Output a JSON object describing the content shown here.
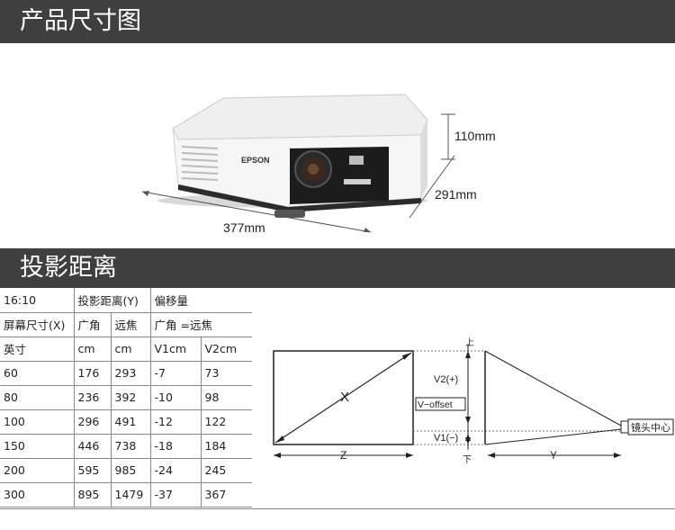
{
  "section1": {
    "title": "产品尺寸图"
  },
  "product": {
    "brand": "EPSON",
    "dimensions": {
      "height": "110mm",
      "depth": "291mm",
      "width": "377mm"
    },
    "colors": {
      "body": "#f2f2f2",
      "front": "#1c1c1c",
      "lens": "#3a2a1e"
    }
  },
  "section2": {
    "title": "投影距离"
  },
  "table": {
    "header1": [
      "16:10",
      "投影距离(Y)",
      "偏移量"
    ],
    "header2": [
      "屏幕尺寸(X)",
      "广角",
      "远焦",
      "广角 =远焦"
    ],
    "header3": [
      "英寸",
      "cm",
      "cm",
      "V1cm",
      "V2cm"
    ],
    "rows": [
      [
        "60",
        "176",
        "293",
        "-7",
        "73"
      ],
      [
        "80",
        "236",
        "392",
        "-10",
        "98"
      ],
      [
        "100",
        "296",
        "491",
        "-12",
        "122"
      ],
      [
        "150",
        "446",
        "738",
        "-18",
        "184"
      ],
      [
        "200",
        "595",
        "985",
        "-24",
        "245"
      ],
      [
        "300",
        "895",
        "1479",
        "-37",
        "367"
      ]
    ]
  },
  "diagram": {
    "x_label": "X",
    "z_label": "Z",
    "y_label": "Y",
    "v2_label": "V2(+)",
    "v1_label": "V1(−)",
    "voffset_label": "V−offset",
    "top_mark": "上",
    "bottom_mark": "下",
    "lens_center_label": "镜头中心"
  }
}
